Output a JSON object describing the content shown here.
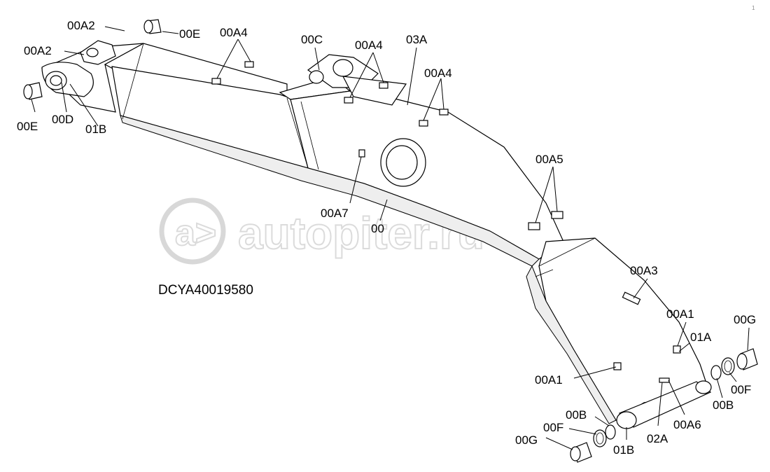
{
  "drawing_code": "DCYA40019580",
  "watermark": "autopiter.ru",
  "corner_mark": "1",
  "labels": {
    "l00A2_top": "00A2",
    "l00E_top": "00E",
    "l00A4_left": "00A4",
    "l00C": "00C",
    "l00A4_mid": "00A4",
    "l03A": "03A",
    "l00A4_right": "00A4",
    "l00A2_left": "00A2",
    "l00E_left": "00E",
    "l00D": "00D",
    "l01B_top": "01B",
    "l00A5": "00A5",
    "l00A7": "00A7",
    "l00": "00",
    "l00A3": "00A3",
    "l00A1_right": "00A1",
    "l01A": "01A",
    "l00G_right": "00G",
    "l00A1_bottom": "00A1",
    "l00F_right": "00F",
    "l00B_right": "00B",
    "l00B_bottom": "00B",
    "l00F_bottom": "00F",
    "l00G_bottom": "00G",
    "l01B_bottom": "01B",
    "l02A": "02A",
    "l00A6": "00A6"
  }
}
